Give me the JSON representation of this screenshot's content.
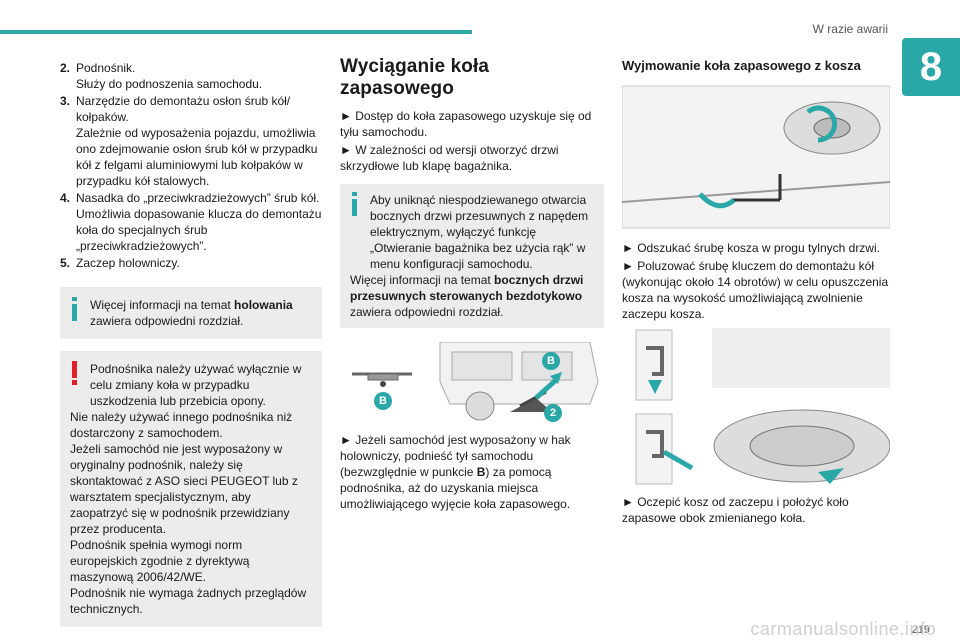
{
  "header": {
    "section_title": "W razie awarii",
    "chapter_number": "8"
  },
  "footer": {
    "page_number": "219"
  },
  "col1": {
    "items": [
      {
        "num": "2.",
        "lines": [
          "Podnośnik.",
          "Służy do podnoszenia samochodu."
        ]
      },
      {
        "num": "3.",
        "lines": [
          "Narzędzie do demontażu osłon śrub kół/ kołpaków.",
          "Zależnie od wyposażenia pojazdu, umożliwia ono zdejmowanie osłon śrub kół w przypadku kół z felgami aluminiowymi lub kołpaków w przypadku kół stalowych."
        ]
      },
      {
        "num": "4.",
        "lines": [
          "Nasadka do „przeciwkradzieżowych” śrub kół.",
          "Umożliwia dopasowanie klucza do demontażu koła do specjalnych śrub „przeciwkradzieżowych”."
        ]
      },
      {
        "num": "5.",
        "lines": [
          "Zaczep holowniczy."
        ]
      }
    ],
    "info_box": {
      "text_before": "Więcej informacji na temat ",
      "bold": "holowania",
      "text_after": " zawiera odpowiedni rozdział."
    },
    "warning_box": {
      "first": "Podnośnika należy używać wyłącznie w celu zmiany koła w przypadku uszkodzenia lub przebicia opony.",
      "p2": "Nie należy używać innego podnośnika niż dostarczony z samochodem.",
      "p3": "Jeżeli samochód nie jest wyposażony w oryginalny podnośnik, należy się skontaktować z ASO sieci PEUGEOT lub z warsztatem specjalistycznym, aby zaopatrzyć się w podnośnik przewidziany przez producenta.",
      "p4": "Podnośnik spełnia wymogi norm europejskich zgodnie z dyrektywą maszynową 2006/42/WE.",
      "p5": "Podnośnik nie wymaga żadnych przeglądów technicznych."
    }
  },
  "col2": {
    "heading": "Wyciąganie koła zapasowego",
    "step1": "► Dostęp do koła zapasowego uzyskuje się od tyłu samochodu.",
    "step2": "► W zależności od wersji otworzyć drzwi skrzydłowe lub klapę bagażnika.",
    "info_box": {
      "first": "Aby uniknąć niespodziewanego otwarcia bocznych drzwi przesuwnych z napędem elektrycznym, wyłączyć funkcję „Otwieranie bagażnika bez użycia rąk” w menu konfiguracji samochodu.",
      "p2_before": "Więcej informacji na temat ",
      "p2_bold": "bocznych drzwi przesuwnych sterowanych bezdotykowo",
      "p2_after": " zawiera odpowiedni rozdział."
    },
    "figure_labels": {
      "b_left": "B",
      "b_right": "B",
      "num": "2"
    },
    "step3_before": "► Jeżeli samochód jest wyposażony w hak holowniczy, podnieść tył samochodu (bezwzględnie w punkcie ",
    "step3_bold": "B",
    "step3_after": ") za pomocą podnośnika, aż do uzyskania miejsca umożliwiającego wyjęcie koła zapasowego."
  },
  "col3": {
    "heading": "Wyjmowanie koła zapasowego z kosza",
    "step1": "► Odszukać śrubę kosza w progu tylnych drzwi.",
    "step2": "► Poluzować śrubę kluczem do demontażu kół (wykonując około 14 obrotów) w celu opuszczenia kosza na wysokość umożliwiającą zwolnienie zaczepu kosza.",
    "step3": "► Oczepić kosz od zaczepu i położyć koło zapasowe obok zmienianego koła."
  },
  "colors": {
    "accent": "#2aa8a8",
    "info": "#2aa8a8",
    "warning": "#e0202a",
    "box_bg": "#ececec"
  },
  "watermark": "carmanualsonline.info"
}
